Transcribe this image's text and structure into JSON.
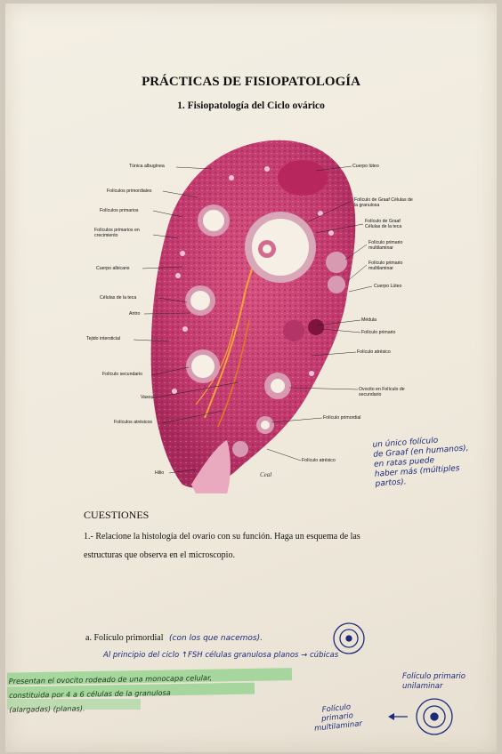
{
  "document": {
    "title": "PRÁCTICAS DE FISIOPATOLOGÍA",
    "subtitle": "1. Fisiopatología del Ciclo ovárico"
  },
  "figure": {
    "labels_left": [
      "Túnica albugínea",
      "Folículos primordiales",
      "Folículos primarios",
      "Folículos primarios en crecimiento",
      "Cuerpo albicans",
      "Células de la teca",
      "Antro",
      "Tejido intersticial",
      "Folículo secundario",
      "Vasos",
      "Folículos atrésicos",
      "Hilio"
    ],
    "labels_right": [
      "Cuerpo lúteo",
      "Folículo de Graaf Células de la granulosa",
      "Folículo de Graaf Células de la teca",
      "Folículo primario multilaminar",
      "Folículo primario multilaminar",
      "Cuerpo Lúteo",
      "Médula",
      "Folículo primario",
      "Folículo atrésico",
      "Ovocito en Folículo de secundario",
      "Folículo primordial",
      "Folículo atrésico"
    ],
    "signature": "Ceal"
  },
  "questions": {
    "heading": "CUESTIONES",
    "q1_line1": "1.- Relacione la histología del ovario con su función. Haga un esquema de las",
    "q1_line2": "estructuras que observa en el microscopio.",
    "item_a": "a. Folículo primordial"
  },
  "handwriting": {
    "side_note": [
      "un único folículo",
      "de Graaf (en humanos),",
      "en ratas puede",
      "haber más (múltiples",
      "partos)."
    ],
    "item_a_note": "(con los que nacemos).",
    "line2": "Al principio del ciclo ↑FSH   células granulosa planos → cúbicas",
    "folicule_primary": [
      "Folículo primario",
      "unilaminar"
    ],
    "green_note": [
      "Presentan el ovocito rodeado de una monocapa celular,",
      "constituida por 4 a 6 células de la granulosa",
      "(alargadas) (planas)."
    ],
    "folicule_multi": [
      "Folículo",
      "primario",
      "multilaminar"
    ]
  },
  "colors": {
    "tissue": "#c23a6e",
    "tissue_dark": "#8e1f4c",
    "ink_blue": "#1d2a7a",
    "highlighter": "#8fd18a"
  }
}
